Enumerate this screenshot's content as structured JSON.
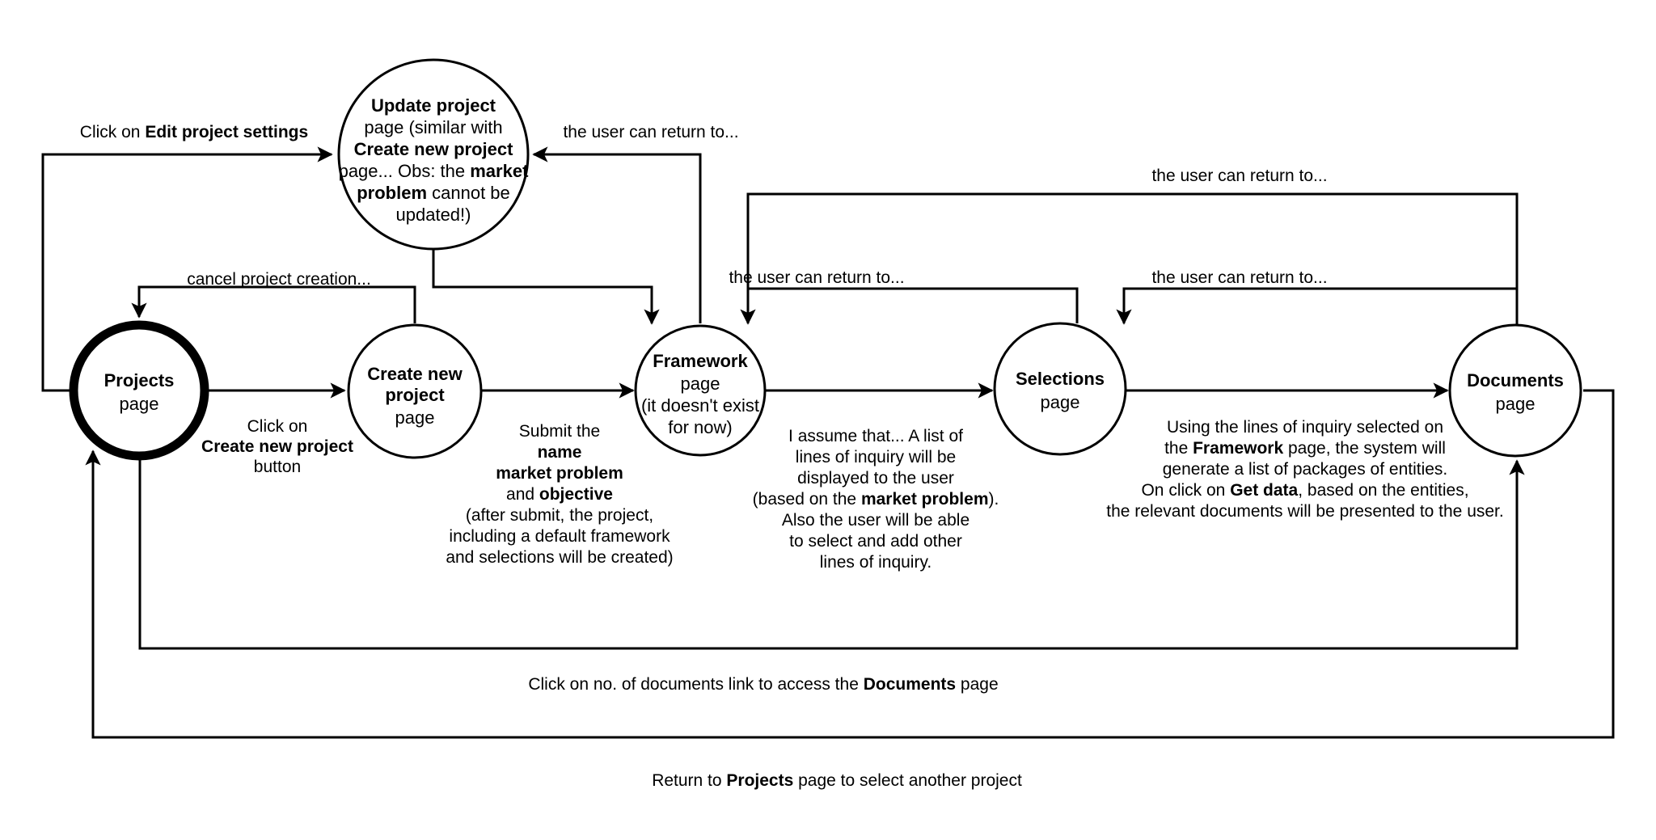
{
  "diagram": {
    "title": "Application page flow diagram",
    "background_color": "#ffffff",
    "line_color": "#000000"
  },
  "nodes": {
    "projects": {
      "title": "Projects",
      "subtitle": "page",
      "emphasis": true
    },
    "create_new_project": {
      "title": "Create new",
      "title2": "project",
      "subtitle": "page"
    },
    "update_project": {
      "line1": "Update project",
      "line2": "page (similar with",
      "line3": "Create new project",
      "line4a": "page... Obs: the ",
      "line4b": "market",
      "line5a": "problem",
      "line5b": " cannot be",
      "line6": "updated!)"
    },
    "framework": {
      "title": "Framework",
      "subtitle": "page",
      "note1": "(it doesn't exist",
      "note2": "for now)"
    },
    "selections": {
      "title": "Selections",
      "subtitle": "page"
    },
    "documents": {
      "title": "Documents",
      "subtitle": "page"
    }
  },
  "edge_labels": {
    "edit_project_settings_a": "Click on ",
    "edit_project_settings_b": "Edit project settings",
    "cancel_project_creation": "cancel project creation...",
    "click_create_new_project_l1": "Click on",
    "click_create_new_project_l2": "Create new project",
    "click_create_new_project_l3": "button",
    "return_to_framework_top": "the user can return to...",
    "return_to_framework_from_documents": "the user can return to...",
    "return_to_selections_mid": "the user can return to...",
    "return_to_documents_mid": "the user can return to...",
    "documents_link_a": "Click on no. of documents link to access the ",
    "documents_link_b": "Documents",
    "documents_link_c": " page",
    "return_projects_a": "Return to ",
    "return_projects_b": "Projects",
    "return_projects_c": " page to select another project"
  },
  "notes": {
    "submit": {
      "l1": "Submit the",
      "l2": "name",
      "l3": "market problem",
      "l4a": "and ",
      "l4b": "objective",
      "l5": "(after submit, the project,",
      "l6": "including a default framework",
      "l7": "and selections will be created)"
    },
    "framework_note": {
      "l1": "I assume that... A list of",
      "l2": "lines of inquiry will be",
      "l3": "displayed to the user",
      "l4a": "(based on the ",
      "l4b": "market problem",
      "l4c": ").",
      "l5": "Also the user will be able",
      "l6": "to select and add other",
      "l7": "lines of inquiry."
    },
    "selections_note": {
      "l1": "Using the lines of inquiry selected on",
      "l2a": "the ",
      "l2b": "Framework",
      "l2c": " page, the system will",
      "l3": "generate a list of packages of entities.",
      "l4a": "On click on ",
      "l4b": "Get data",
      "l4c": ", based on the entities,",
      "l5": "the relevant documents will be presented to the user."
    }
  }
}
